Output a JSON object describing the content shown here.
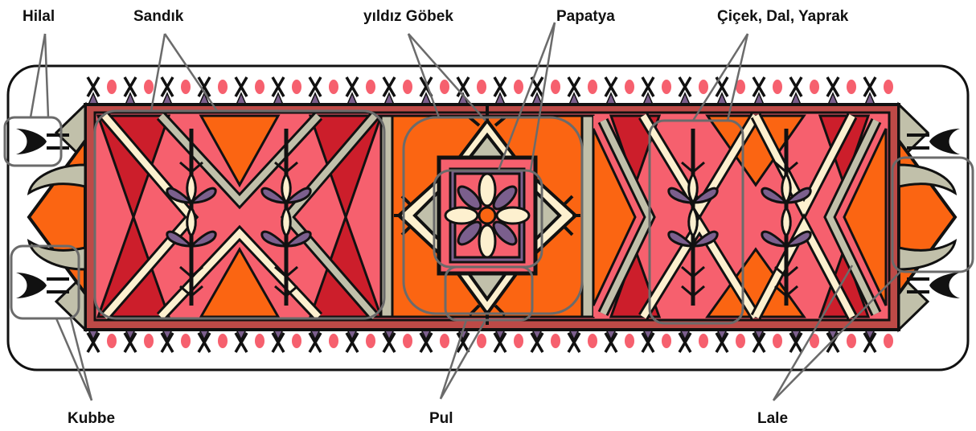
{
  "labels": {
    "hilal": "Hilal",
    "sandik": "Sandık",
    "yildiz_gobek": "yıldız Göbek",
    "papatya": "Papatya",
    "cicek_dal_yaprak": "Çiçek, Dal, Yaprak",
    "kubbe": "Kubbe",
    "pul": "Pul",
    "lale": "Lale"
  },
  "colors": {
    "outline": "#111111",
    "pink": "#f6606e",
    "crimson": "#cc1e2b",
    "orange": "#fb6512",
    "cream": "#fdf0cf",
    "gray": "#c1c0aa",
    "purple": "#7b5f8d",
    "border_red": "#bd4a47",
    "callout_gray": "#6b6b6b"
  }
}
